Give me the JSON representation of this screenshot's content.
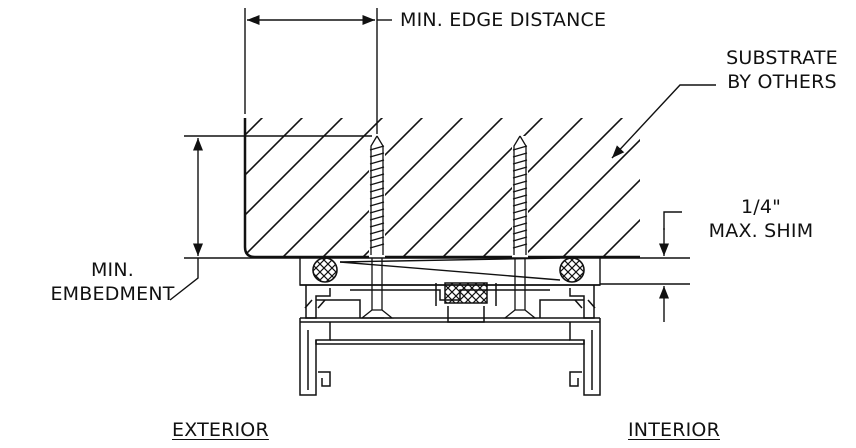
{
  "labels": {
    "min_edge_distance": "MIN. EDGE DISTANCE",
    "substrate_line1": "SUBSTRATE",
    "substrate_line2": "BY OTHERS",
    "shim_line1": "1/4\"",
    "shim_line2": "MAX. SHIM",
    "embedment_line1": "MIN.",
    "embedment_line2": "EMBEDMENT",
    "exterior": "EXTERIOR",
    "interior": "INTERIOR"
  },
  "colors": {
    "line": "#111111",
    "background": "#ffffff"
  }
}
